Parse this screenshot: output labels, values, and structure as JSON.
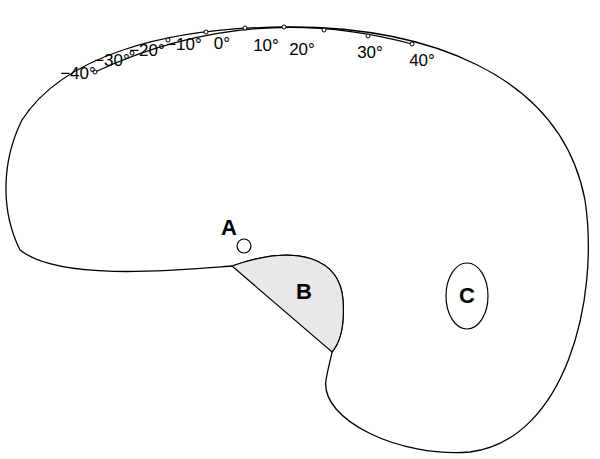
{
  "diagram": {
    "nodes": [
      {
        "text": [
          "A"
        ]
      },
      {
        "text": [
          "B"
        ]
      },
      {
        "text": [
          "C"
        ]
      }
    ],
    "labels": [
      "−40°",
      "−30°",
      "−20°",
      "−10°",
      "0°",
      "10°",
      "20°",
      "30°",
      "40°"
    ]
  }
}
